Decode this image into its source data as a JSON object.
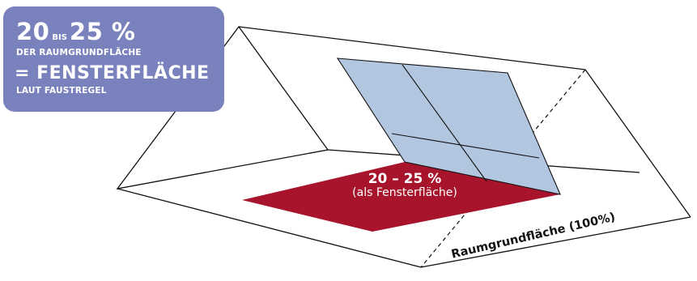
{
  "callout": {
    "range_from": "20",
    "range_joiner": "BIS",
    "range_to": "25 %",
    "line_subject": "DER RAUMGRUNDFLÄCHE",
    "equals_line": "= FENSTERFLÄCHE",
    "footnote": "LAUT FAUSTREGEL"
  },
  "floor_window": {
    "percent": "20 – 25 %",
    "caption": "(als Fensterfläche)"
  },
  "base": {
    "label": "Raumgrundfläche (100%)"
  },
  "colors": {
    "callout_bg": "#7a82bd",
    "window_pane": "#b3c6e0",
    "floor_area": "#a8142b",
    "lines": "#111111"
  }
}
